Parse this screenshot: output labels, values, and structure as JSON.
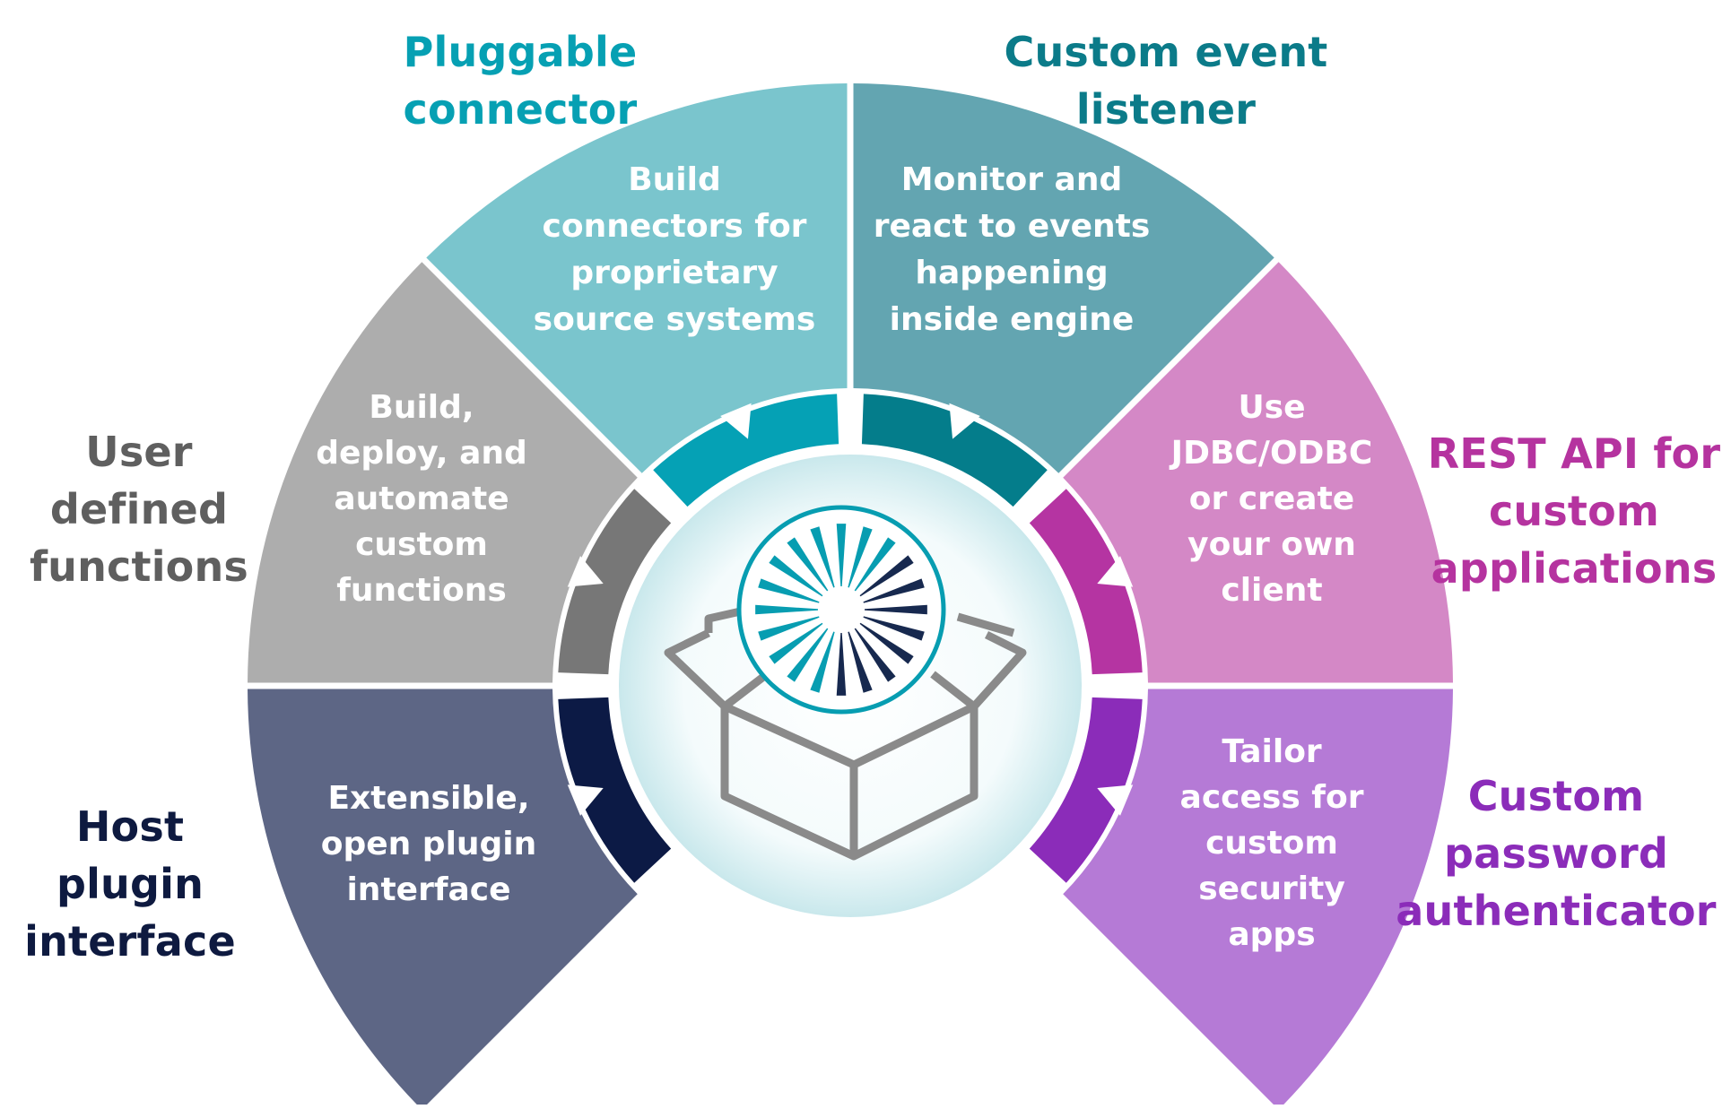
{
  "segments": [
    {
      "id": "pluggable-connector",
      "title": "Pluggable\nconnector",
      "description": [
        "Build",
        "connectors for",
        "proprietary",
        "source systems"
      ],
      "color": "#7ac5cd",
      "ring_color": "#05a1b5",
      "title_color": "#06a0b3"
    },
    {
      "id": "custom-event-listener",
      "title": "Custom event\nlistener",
      "description": [
        "Monitor and",
        "react to events",
        "happening",
        "inside engine"
      ],
      "color": "#63a5b1",
      "ring_color": "#047d8b",
      "title_color": "#0b7b89"
    },
    {
      "id": "rest-api",
      "title": "REST API for\ncustom\napplications",
      "description": [
        "Use",
        "JDBC/ODBC",
        "or create",
        "your own",
        "client"
      ],
      "color": "#d488c6",
      "ring_color": "#b534a2",
      "title_color": "#b5339f"
    },
    {
      "id": "password-authenticator",
      "title": "Custom\npassword\nauthenticator",
      "description": [
        "Tailor",
        "access for",
        "custom",
        "security",
        "apps"
      ],
      "color": "#b57ad6",
      "ring_color": "#8b2cb9",
      "title_color": "#8b2cb9"
    },
    {
      "id": "host-plugin-interface",
      "title": "Host plugin\ninterface",
      "description": [
        "Extensible,",
        "open plugin",
        "interface"
      ],
      "color": "#5d6685",
      "ring_color": "#0c1a45",
      "title_color": "#0e1a40"
    },
    {
      "id": "user-defined-functions",
      "title": "User\ndefined\nfunctions",
      "description": [
        "Build,",
        "deploy, and",
        "automate",
        "custom",
        "functions"
      ],
      "color": "#adadad",
      "ring_color": "#777777",
      "title_color": "#5f5f5f"
    }
  ],
  "center": {
    "icon": "open-box-icon",
    "logo_icon": "starburst-logo-icon",
    "glow_color": "#c9e8ec",
    "logo_teal": "#079db1",
    "logo_navy": "#17294f",
    "box_color": "#8a8a8a"
  }
}
